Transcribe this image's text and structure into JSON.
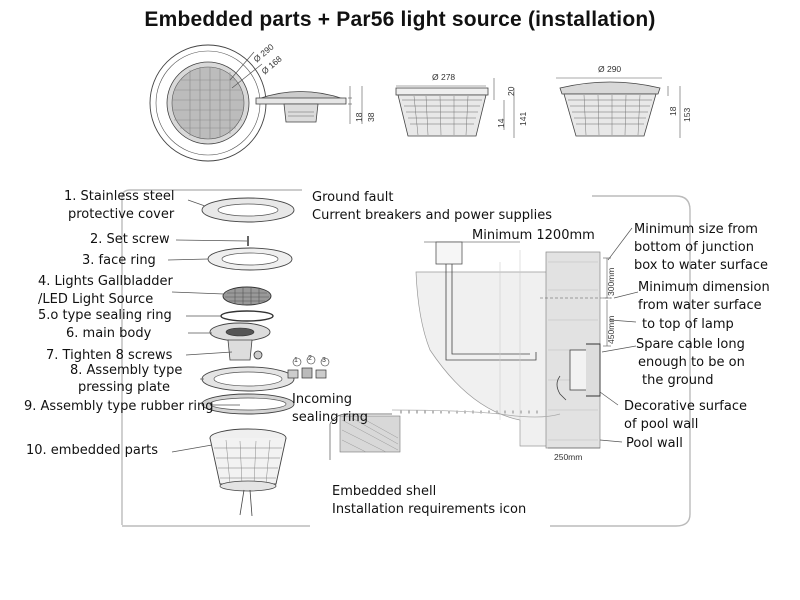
{
  "title": "Embedded parts + Par56 light source (installation)",
  "dimensions": {
    "top_view_outer": "Ø 290",
    "top_view_inner": "Ø 168",
    "side_height_a": "18",
    "side_height_b": "38",
    "mid_diameter": "Ø 278",
    "mid_h1": "20",
    "mid_h2": "14",
    "mid_h3": "141",
    "right_diameter": "Ø 290",
    "right_h1": "18",
    "right_h2": "153",
    "wall_300": "300mm",
    "wall_450": "450mm",
    "wall_250": "250mm"
  },
  "parts": [
    "1. Stainless steel",
    "protective cover",
    "2. Set screw",
    "3. face ring",
    "4. Lights  Gallbladder",
    "/LED Light Source",
    "5.o type sealing ring",
    "6. main body",
    "7. Tighten 8 screws",
    "8. Assembly type",
    "pressing plate",
    "9. Assembly type rubber ring",
    "10. embedded parts"
  ],
  "annotations": {
    "ground_fault_1": "Ground fault",
    "ground_fault_2": "Current breakers and power supplies",
    "minimum_1200": "Minimum 1200mm",
    "min_size_1": "Minimum size from",
    "min_size_2": "bottom of junction",
    "min_size_3": "box to water surface",
    "min_dim_1": "Minimum dimension",
    "min_dim_2": "from water surface",
    "min_dim_3": "to top of lamp",
    "spare_1": "Spare cable long",
    "spare_2": "enough to be on",
    "spare_3": "the ground",
    "decor_1": "Decorative surface",
    "decor_2": "of pool wall",
    "pool_wall": "Pool wall",
    "incoming_1": "Incoming",
    "incoming_2": "sealing ring",
    "embedded_shell": "Embedded shell",
    "install_icon": "Installation requirements icon"
  },
  "screw_numbers": [
    "1",
    "2",
    "3"
  ]
}
